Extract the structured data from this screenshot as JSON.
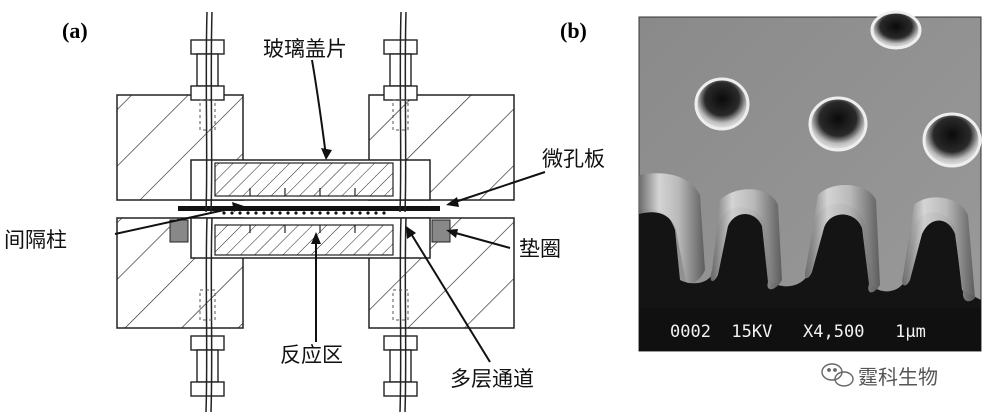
{
  "panels": {
    "a_label": "(a)",
    "b_label": "(b)"
  },
  "labels": {
    "cover_glass": "玻璃盖片",
    "microwell_plate": "微孔板",
    "spacer": "间隔柱",
    "gasket": "垫圈",
    "reaction_zone": "反应区",
    "multilayer_channel": "多层通道"
  },
  "sem": {
    "caption": "0002  15KV   X4,500   1μm"
  },
  "watermark": {
    "text": "霆科生物"
  }
}
